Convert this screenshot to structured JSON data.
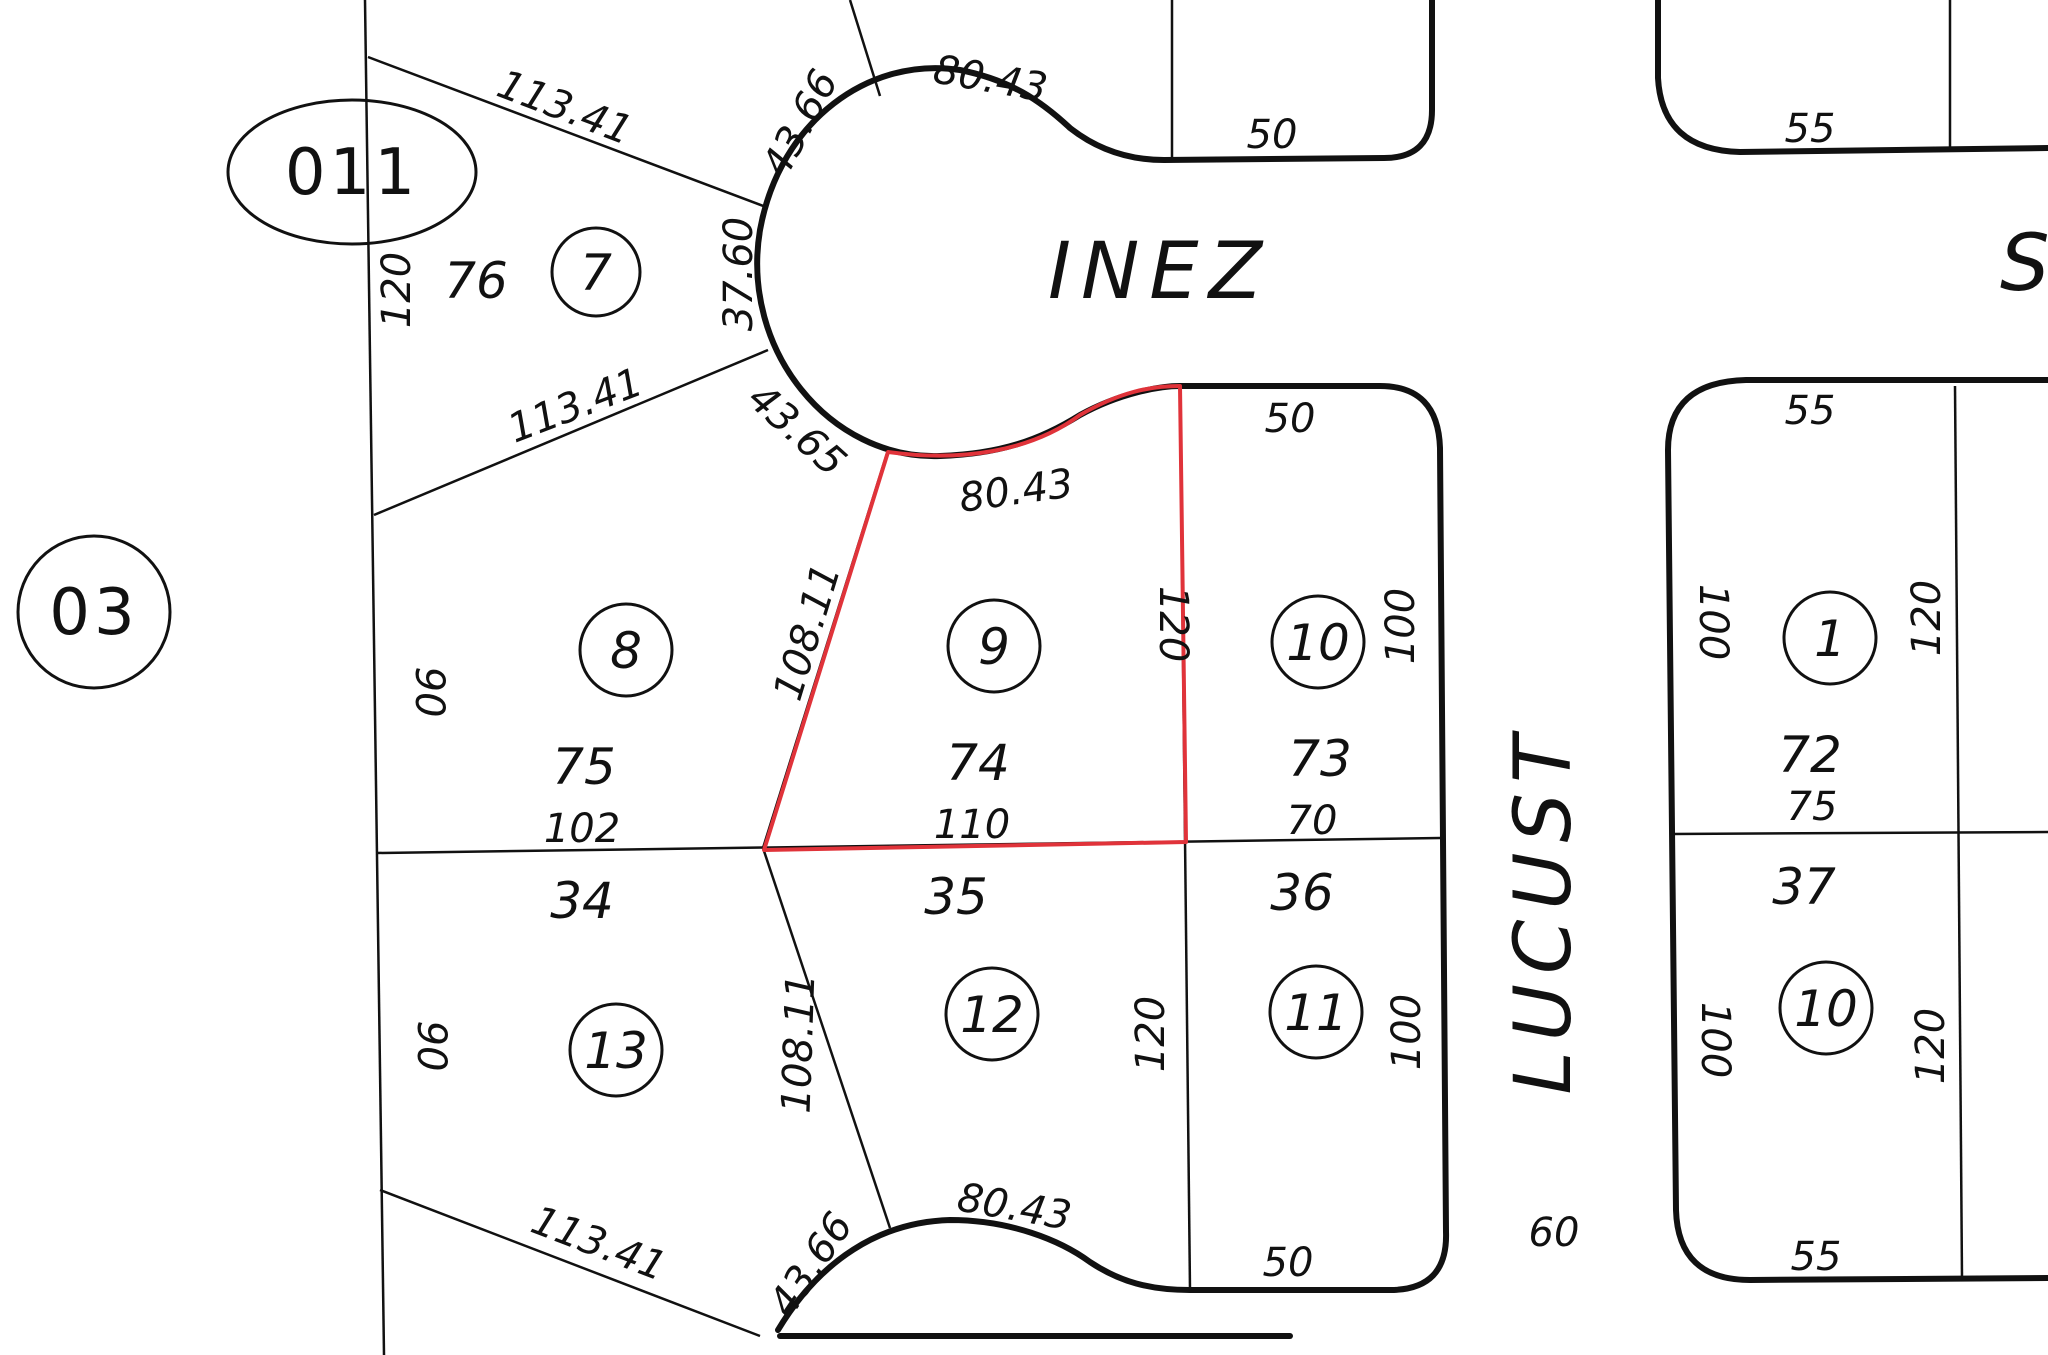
{
  "colors": {
    "ink": "#111111",
    "highlight": "#e0333a",
    "paper": "#ffffff"
  },
  "map_book": "011",
  "page_number": "03",
  "streets": {
    "inez": "INEZ",
    "lucust": "LUCUST",
    "partial_right": "S"
  },
  "lots": {
    "l76": "76",
    "l75": "75",
    "l74": "74",
    "l73": "73",
    "l72": "72",
    "l34": "34",
    "l35": "35",
    "l36": "36",
    "l37": "37"
  },
  "circled": {
    "c7": "7",
    "c8": "8",
    "c9": "9",
    "c10a": "10",
    "c1": "1",
    "c13": "13",
    "c12": "12",
    "c11": "11",
    "c10b": "10"
  },
  "dims": {
    "d113_41_top": "113.41",
    "d113_41_mid": "113.41",
    "d113_41_bot": "113.41",
    "d43_66_top": "43.66",
    "d80_43_top": "80.43",
    "d50_top": "50",
    "d55_top": "55",
    "d120_left": "120",
    "d37_60": "37.60",
    "d43_65": "43.65",
    "d80_43_mid": "80.43",
    "d50_mid": "50",
    "d55_mid": "55",
    "d108_11_upper": "108.11",
    "d120_lot9": "120",
    "d100_lot10": "100",
    "d100_lot1": "100",
    "d120_lot1": "120",
    "d90_upper": "90",
    "d102": "102",
    "d110": "110",
    "d70": "70",
    "d75": "75",
    "d90_lower": "90",
    "d108_11_lower": "108.11",
    "d120_lot12": "120",
    "d100_lot11": "100",
    "d100_right_lower": "100",
    "d120_right_lower": "120",
    "d43_66_bot": "43.66",
    "d80_43_bot": "80.43",
    "d50_bot": "50",
    "d60": "60",
    "d55_bot": "55"
  }
}
